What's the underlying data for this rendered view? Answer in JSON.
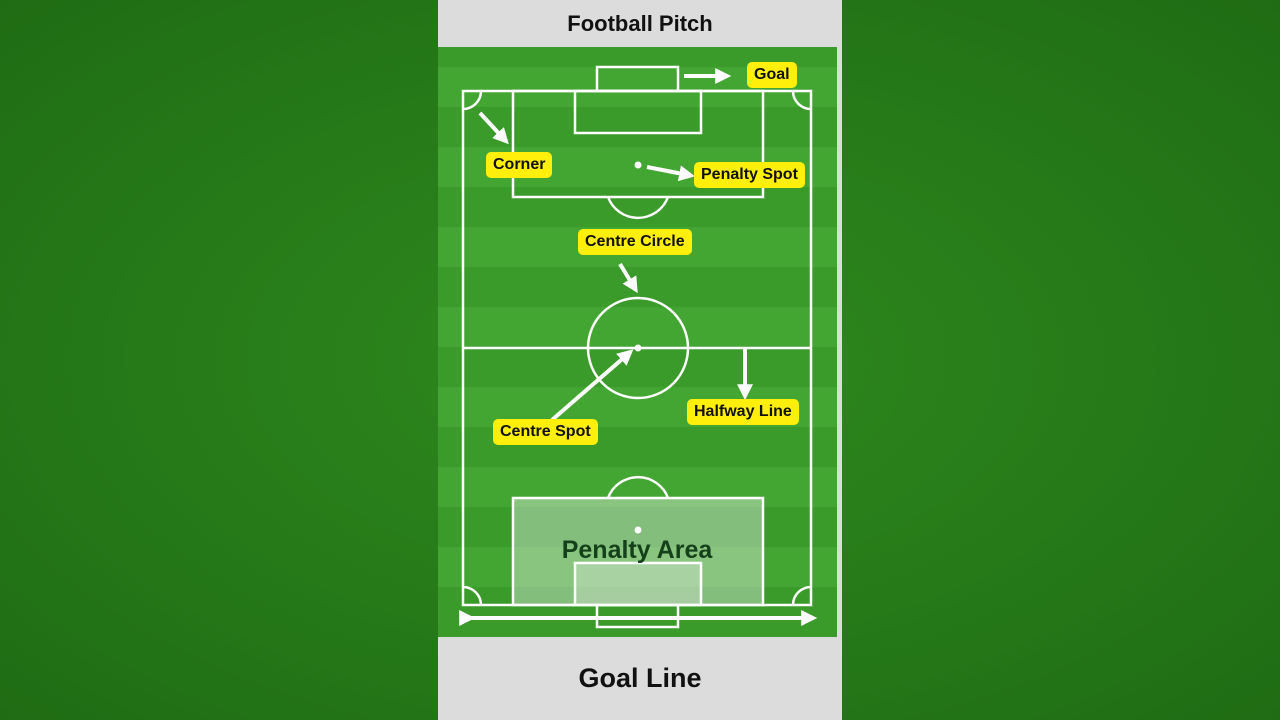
{
  "title": "Football Pitch",
  "footer": "Goal Line",
  "labels": {
    "goal": "Goal",
    "corner": "Corner",
    "penalty_spot": "Penalty Spot",
    "centre_circle": "Centre Circle",
    "centre_spot": "Centre Spot",
    "halfway_line": "Halfway Line",
    "penalty_area": "Penalty Area"
  },
  "colors": {
    "grass_light": "#3d9f2c",
    "grass_dark": "#2f8a22",
    "label_bg": "#ffef0a",
    "lines": "#ffffff",
    "background": "#267a18"
  }
}
